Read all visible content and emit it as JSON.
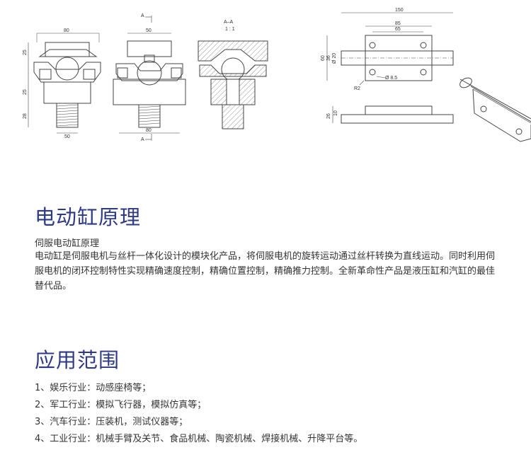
{
  "drawings": {
    "view1": {
      "dim_top": "80",
      "dim_bottom": "50",
      "dim_left": [
        "25",
        "25",
        "28"
      ]
    },
    "view2": {
      "dim_top": "50",
      "dim_bottom": "80",
      "marker_top": "A",
      "marker_bottom": "A"
    },
    "view3": {
      "title": "A–A",
      "scale": "1 : 1"
    },
    "plate": {
      "dim_top": [
        "150",
        "85",
        "65"
      ],
      "dim_left": [
        "60",
        "36",
        "Ø 20"
      ],
      "hole_label": "Ø 8.5",
      "radius_label": "R2",
      "dim_side": [
        "26",
        "10"
      ]
    }
  },
  "section1": {
    "title": "电动缸原理",
    "subtitle": "伺服电动缸原理",
    "body": "电动缸是伺服电机与丝杆一体化设计的模块化产品，将伺服电机的旋转运动通过丝杆转换为直线运动。同时利用伺服电机的闭环控制特性实现精确速度控制，精确位置控制，精确推力控制。全新革命性产品是液压缸和汽缸的最佳替代品。"
  },
  "section2": {
    "title": "应用范围",
    "items": [
      "1、娱乐行业：动感座椅等；",
      "2、军工行业：模拟飞行器，模拟仿真等；",
      "3、汽车行业：压装机，测试仪器等；",
      "4、工业行业：机械手臂及关节、食品机械、陶瓷机械、焊接机械、升降平台等。"
    ]
  }
}
